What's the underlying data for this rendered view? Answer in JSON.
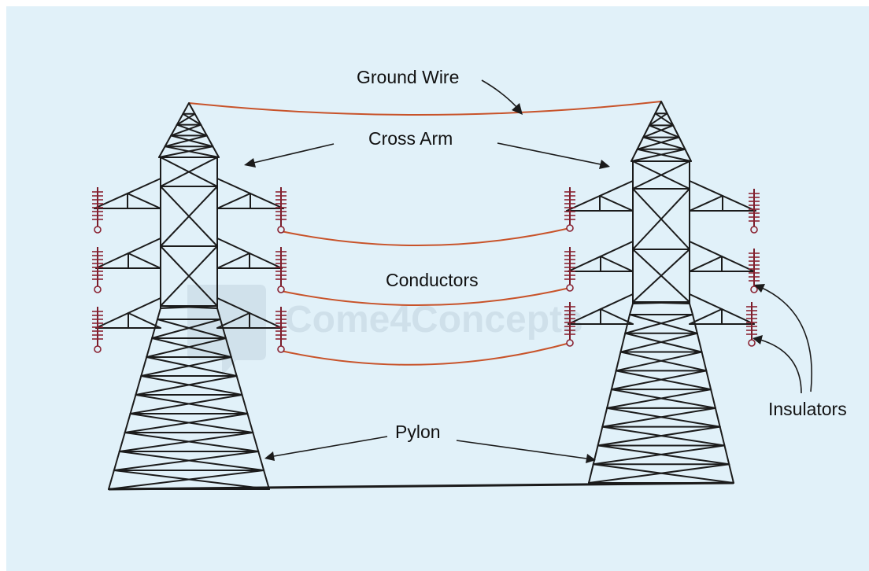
{
  "labels": {
    "ground_wire": "Ground Wire",
    "cross_arm": "Cross Arm",
    "conductors": "Conductors",
    "pylon": "Pylon",
    "insulators": "Insulators"
  },
  "watermark": "Come4Concepts",
  "colors": {
    "background": "#e1f1f9",
    "structure": "#1b1b1b",
    "wire": "#c8532a",
    "insulator": "#8a2231"
  }
}
